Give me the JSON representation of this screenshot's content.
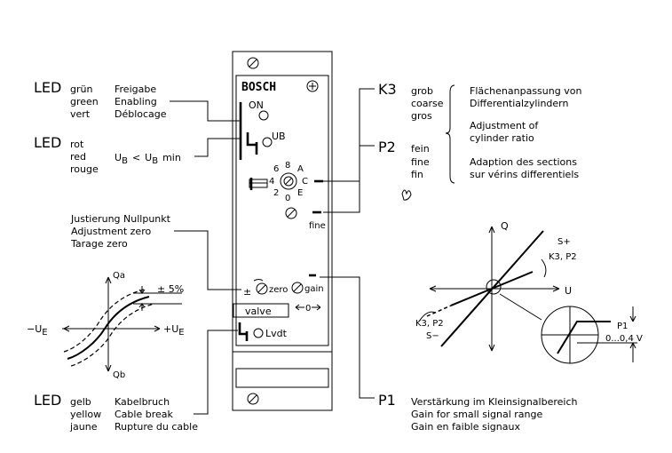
{
  "brand": "BOSCH",
  "led_ab": "LED",
  "led_on_block": {
    "colors": [
      "grün",
      "green",
      "vert"
    ],
    "meaning": [
      "Freigabe",
      "Enabling",
      "Déblocage"
    ],
    "panel_label": "ON"
  },
  "led_ub_block": {
    "colors": [
      "rot",
      "red",
      "rouge"
    ],
    "condition_ub1": "U",
    "condition_sub1": "B",
    "condition_lt": "<",
    "condition_ub2": "U",
    "condition_sub2": "B",
    "condition_min": "min",
    "panel_label": "UB"
  },
  "led_lvdt_block": {
    "colors": [
      "gelb",
      "yellow",
      "jaune"
    ],
    "meaning": [
      "Kabelbruch",
      "Cable break",
      "Rupture du cable"
    ],
    "panel_label": "Lvdt"
  },
  "zero_adjust": {
    "lines": [
      "Justierung Nullpunkt",
      "Adjustment zero",
      "Tarage zero"
    ],
    "panel_label": "zero"
  },
  "k3": {
    "id": "K3",
    "modes": [
      "grob",
      "coarse",
      "gros"
    ],
    "desc": [
      "Flächenanpassung von",
      "Differentialzylindern",
      "Adjustment of",
      "cylinder ratio",
      "Adaption des sections",
      "sur vérins differentiels"
    ]
  },
  "p2": {
    "id": "P2",
    "modes": [
      "fein",
      "fine",
      "fin"
    ],
    "panel_label": "fine"
  },
  "p1": {
    "id": "P1",
    "desc": [
      "Verstärkung im Kleinsignalbereich",
      "Gain for small signal range",
      "Gain en faible signaux"
    ],
    "panel_label": "gain"
  },
  "dial": {
    "labels": [
      "8",
      "A",
      "C",
      "E",
      "0",
      "2",
      "4",
      "6"
    ]
  },
  "valve_label": "valve",
  "left_plot": {
    "axis_top": "Qa",
    "axis_bottom": "Qb",
    "axis_left": "−U",
    "axis_left_sub": "E",
    "axis_right": "+U",
    "axis_right_sub": "E",
    "tolerance": "± 5%"
  },
  "right_plot": {
    "axis_q": "Q",
    "axis_u": "U",
    "label_splus": "S+",
    "label_k3p2_top": "K3, P2",
    "label_k3p2_bottom": "K3, P2",
    "label_sminus": "S−",
    "detail_p1": "P1",
    "detail_range": "0...0,4  V"
  },
  "zero_shift": "0"
}
